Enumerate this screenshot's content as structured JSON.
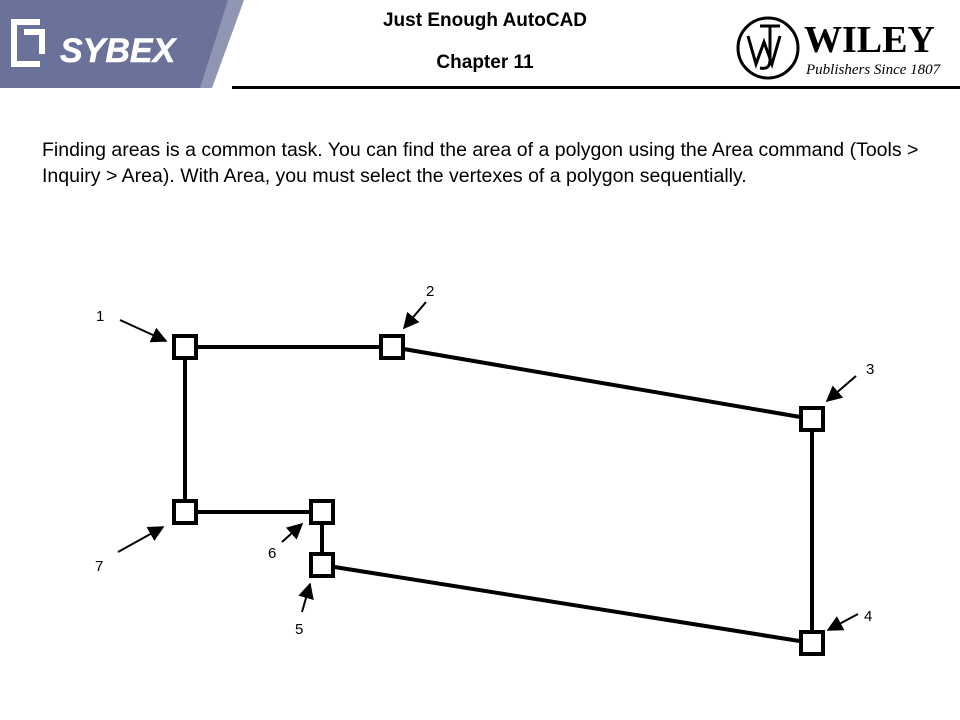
{
  "header": {
    "title": "Just Enough AutoCAD",
    "subtitle": "Chapter 11",
    "left_logo_text": "SYBEX",
    "right_logo": {
      "name": "WILEY",
      "tagline": "Publishers Since 1807"
    }
  },
  "body": {
    "paragraph": "Finding areas is a common task. You can find the area of a polygon using the Area command (Tools > Inquiry > Area). With Area, you must select the vertexes of a polygon sequentially."
  },
  "diagram": {
    "vertex_labels": [
      "1",
      "2",
      "3",
      "4",
      "5",
      "6",
      "7"
    ]
  },
  "colors": {
    "sybex_band": "#6a7299",
    "text": "#000000",
    "background": "#ffffff"
  }
}
